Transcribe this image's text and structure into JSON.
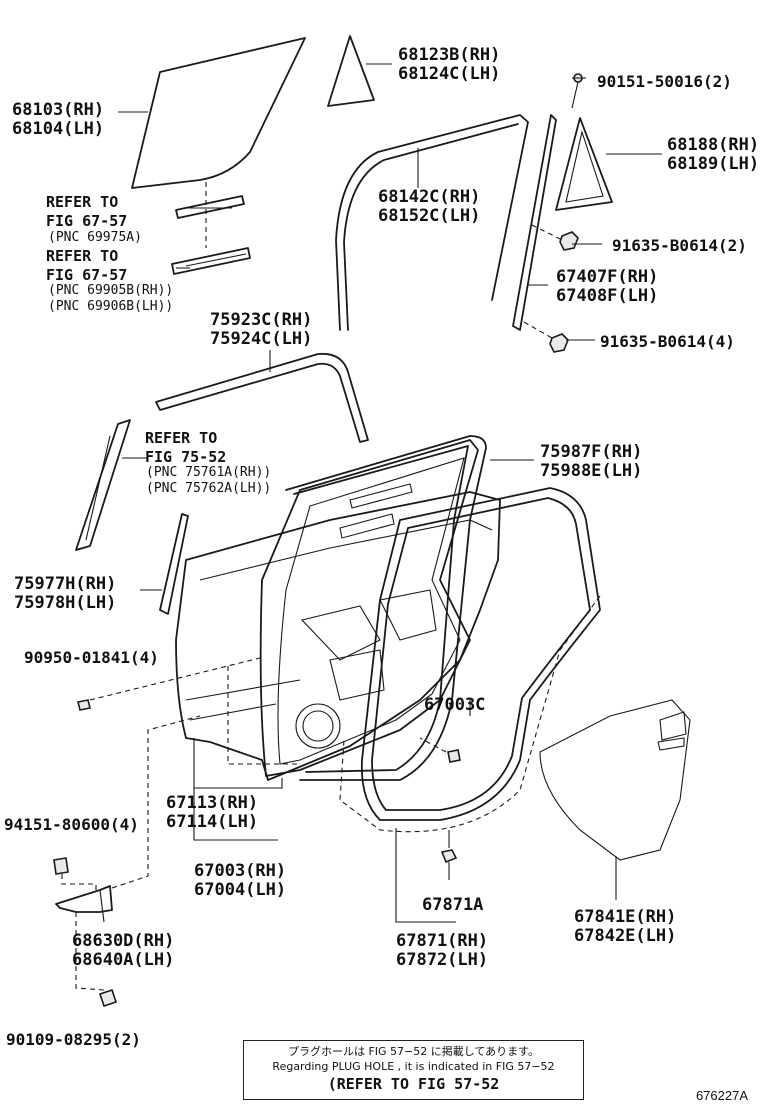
{
  "labels": {
    "glass": "68103(RH)\n68104(LH)",
    "quarter_glass": "68123B(RH)\n68124C(LH)",
    "screw_top": "90151-50016(2)",
    "fixed_glass": "68188(RH)\n68189(LH)",
    "run_channel": "68142C(RH)\n68152C(LH)",
    "clip_2": "91635-B0614(2)",
    "division_bar": "67407F(RH)\n67408F(LH)",
    "clip_4": "91635-B0614(4)",
    "refer_a": "REFER TO\nFIG 67-57",
    "refer_a_pnc": "(PNC 69975A)",
    "refer_b": "REFER TO\nFIG 67-57",
    "refer_b_pnc": "(PNC 69905B(RH))\n(PNC 69906B(LH))",
    "belt_moulding": "75923C(RH)\n75924C(LH)",
    "refer_c": "REFER TO\nFIG 75-52",
    "refer_c_pnc": "(PNC 75761A(RH))\n(PNC 75762A(LH))",
    "weatherstrip_upper": "75987F(RH)\n75988E(LH)",
    "garnish": "75977H(RH)\n75978H(LH)",
    "plug": "90950-01841(4)",
    "panel_plug": "67003C",
    "door_frame": "67113(RH)\n67114(LH)",
    "bolt_hinge": "94151-80600(4)",
    "door_panel": "67003(RH)\n67004(LH)",
    "clip_weather": "67871A",
    "hinge": "68630D(RH)\n68640A(LH)",
    "door_weather": "67871(RH)\n67872(LH)",
    "hole_cover": "67841E(RH)\n67842E(LH)",
    "bolt_bottom": "90109-08295(2)"
  },
  "note": {
    "line1": "プラグホールは FIG 57−52 に掲載してあります。",
    "line2": "Regarding  PLUG  HOLE , it is indicated in  FIG  57−52",
    "line3": "(REFER TO FIG 57-52"
  },
  "diagram_code": "676227A"
}
